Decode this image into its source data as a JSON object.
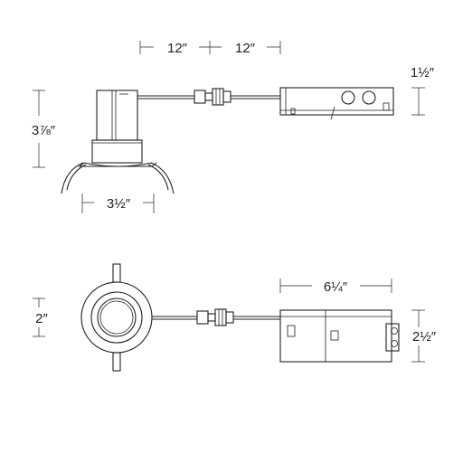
{
  "dimensions": {
    "top_lead_left": "12″",
    "top_lead_right": "12″",
    "top_height": "3⅞″",
    "top_box_height": "1½″",
    "top_width": "3½″",
    "bottom_diameter": "2″",
    "bottom_box_length": "6¼″",
    "bottom_box_width": "2½″"
  }
}
